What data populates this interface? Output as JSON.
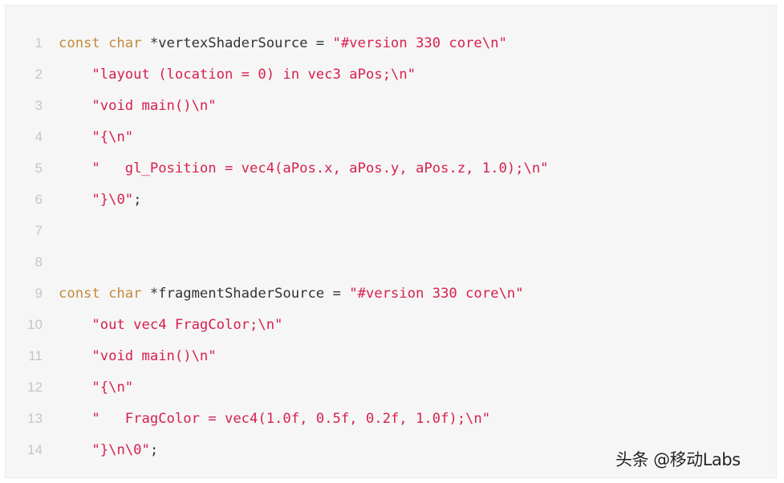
{
  "code_block": {
    "background": "#f6f6f6",
    "colors": {
      "keyword": "#c28b3d",
      "string": "#d6204e",
      "plain": "#333333",
      "line_number": "#c6c6c6"
    },
    "lines": [
      {
        "number": "1",
        "indent": "",
        "kw": "const char",
        "plain": " *vertexShaderSource = ",
        "str": "\"#version 330 core\\n\"",
        "tail": ""
      },
      {
        "number": "2",
        "indent": "    ",
        "kw": "",
        "plain": "",
        "str": "\"layout (location = 0) in vec3 aPos;\\n\"",
        "tail": ""
      },
      {
        "number": "3",
        "indent": "    ",
        "kw": "",
        "plain": "",
        "str": "\"void main()\\n\"",
        "tail": ""
      },
      {
        "number": "4",
        "indent": "    ",
        "kw": "",
        "plain": "",
        "str": "\"{\\n\"",
        "tail": ""
      },
      {
        "number": "5",
        "indent": "    ",
        "kw": "",
        "plain": "",
        "str": "\"   gl_Position = vec4(aPos.x, aPos.y, aPos.z, 1.0);\\n\"",
        "tail": ""
      },
      {
        "number": "6",
        "indent": "    ",
        "kw": "",
        "plain": "",
        "str": "\"}\\0\"",
        "tail": ";"
      },
      {
        "number": "7",
        "indent": "",
        "kw": "",
        "plain": "",
        "str": "",
        "tail": ""
      },
      {
        "number": "8",
        "indent": "",
        "kw": "",
        "plain": "",
        "str": "",
        "tail": ""
      },
      {
        "number": "9",
        "indent": "",
        "kw": "const char",
        "plain": " *fragmentShaderSource = ",
        "str": "\"#version 330 core\\n\"",
        "tail": ""
      },
      {
        "number": "10",
        "indent": "    ",
        "kw": "",
        "plain": "",
        "str": "\"out vec4 FragColor;\\n\"",
        "tail": ""
      },
      {
        "number": "11",
        "indent": "    ",
        "kw": "",
        "plain": "",
        "str": "\"void main()\\n\"",
        "tail": ""
      },
      {
        "number": "12",
        "indent": "    ",
        "kw": "",
        "plain": "",
        "str": "\"{\\n\"",
        "tail": ""
      },
      {
        "number": "13",
        "indent": "    ",
        "kw": "",
        "plain": "",
        "str": "\"   FragColor = vec4(1.0f, 0.5f, 0.2f, 1.0f);\\n\"",
        "tail": ""
      },
      {
        "number": "14",
        "indent": "    ",
        "kw": "",
        "plain": "",
        "str": "\"}\\n\\0\"",
        "tail": ";"
      }
    ]
  },
  "watermark": {
    "text": "头条 @移动Labs"
  }
}
